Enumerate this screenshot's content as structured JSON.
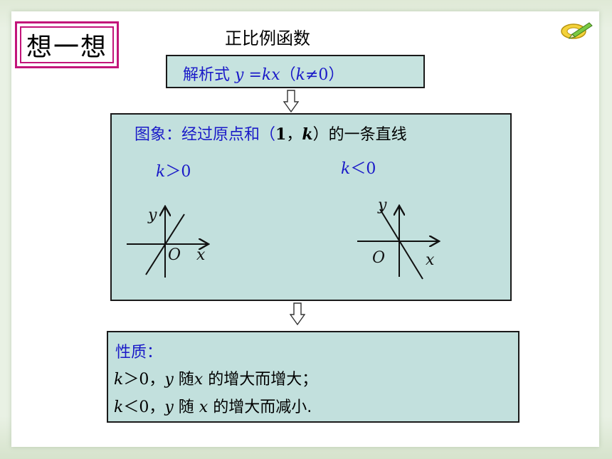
{
  "slide": {
    "think_label": "想一想",
    "title": "正比例函数"
  },
  "formula_box": {
    "label": "解析式",
    "y": "y",
    "eq": " =",
    "kx": "kx",
    "open": "（",
    "k": "k",
    "neq": "≠0",
    "close": "）"
  },
  "image_box": {
    "heading_prefix": "图象：经过原点和（",
    "heading_one": "1",
    "heading_comma": "，",
    "heading_k": "k",
    "heading_suffix": "）的一条直线",
    "positive_case": {
      "k": "k",
      "cond": "＞0",
      "axis_y": "y",
      "axis_x": "x",
      "origin": "O"
    },
    "negative_case": {
      "k": "k",
      "cond": "＜0",
      "axis_y": "y",
      "axis_x": "x",
      "origin": "O"
    }
  },
  "properties_box": {
    "title": "性质：",
    "line1": {
      "k": "k",
      "cond": "＞0，",
      "y": "y",
      "text_a": " 随",
      "x": "x",
      "text_b": " 的增大而增大；"
    },
    "line2": {
      "k": "k",
      "cond": "＜0，",
      "y": "y",
      "text_a": " 随 ",
      "x": "x",
      "text_b": " 的增大而减小."
    }
  }
}
